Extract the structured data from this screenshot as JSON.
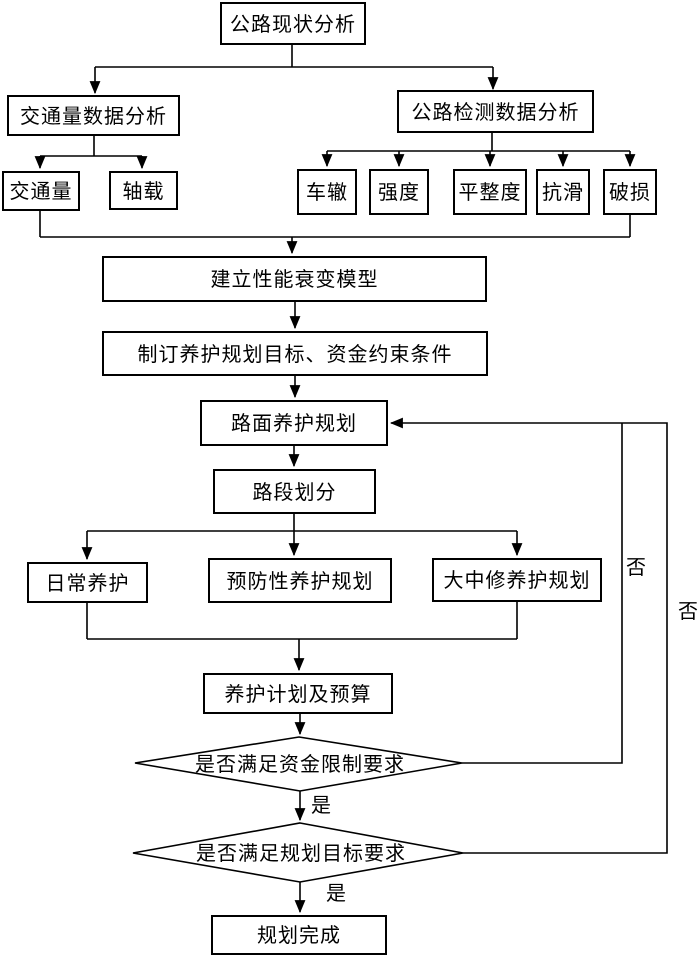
{
  "flowchart": {
    "title_hint": "公路养护规划流程图",
    "colors": {
      "line": "#000000",
      "box_border": "#000000",
      "box_fill": "#ffffff",
      "background": "#ffffff",
      "text": "#000000"
    },
    "nodes": {
      "root": "公路现状分析",
      "traffic_analysis": "交通量数据分析",
      "inspection_analysis": "公路检测数据分析",
      "traffic_volume": "交通量",
      "axle_load": "轴载",
      "rutting": "车辙",
      "strength": "强度",
      "smoothness": "平整度",
      "skid_resistance": "抗滑",
      "damage": "破损",
      "decay_model": "建立性能衰变模型",
      "goals_constraints": "制订养护规划目标、资金约束条件",
      "pavement_plan": "路面养护规划",
      "section_division": "路段划分",
      "daily_maintenance": "日常养护",
      "preventive_plan": "预防性养护规划",
      "major_repair_plan": "大中修养护规划",
      "plan_budget": "养护计划及预算",
      "fund_check": "是否满足资金限制要求",
      "goal_check": "是否满足规划目标要求",
      "complete": "规划完成"
    },
    "edge_labels": {
      "yes_fund": "是",
      "yes_goal": "是",
      "no_fund": "否",
      "no_goal": "否"
    }
  }
}
